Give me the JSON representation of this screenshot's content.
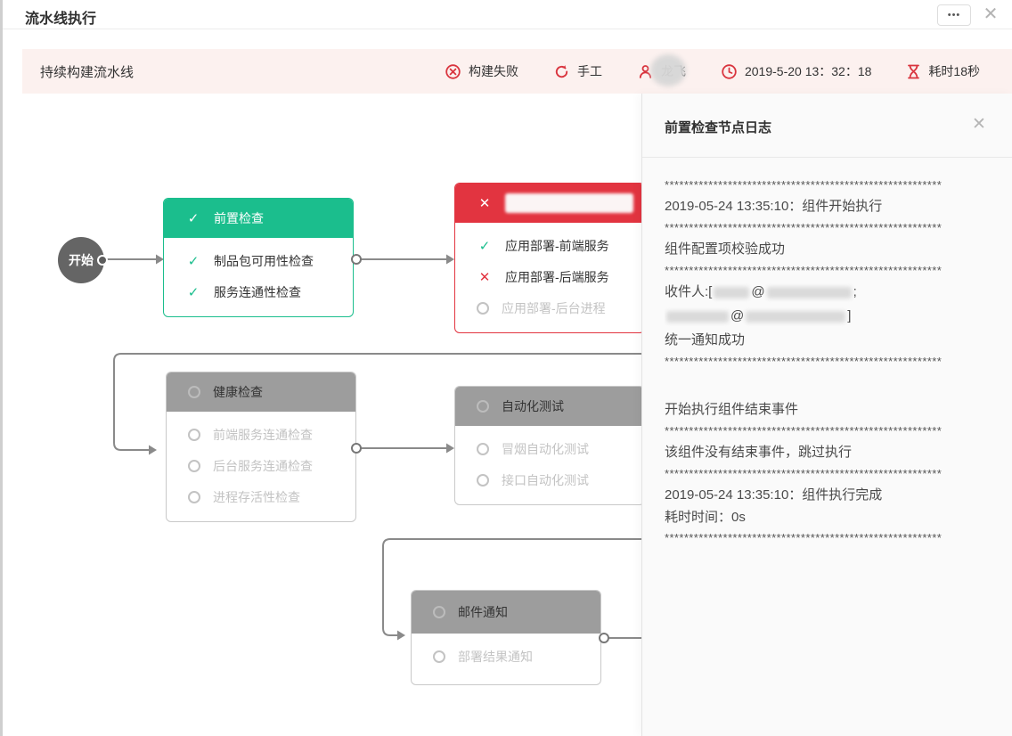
{
  "window": {
    "title": "流水线执行",
    "more_label": "•••",
    "close_label": "✕"
  },
  "build_bar": {
    "pipeline_name": "持续构建流水线",
    "status_label": "构建失败",
    "trigger_label": "手工",
    "user_name": "龙飞",
    "time": "2019-5-20 13：32：18",
    "duration_label": "耗时18秒",
    "accent_color": "#d9343e",
    "background_color": "#fcf1ef"
  },
  "flow": {
    "start_label": "开始",
    "nodes": [
      {
        "title": "前置检查",
        "status": "success",
        "items": [
          {
            "label": "制品包可用性检查",
            "status": "success"
          },
          {
            "label": "服务连通性检查",
            "status": "success"
          }
        ]
      },
      {
        "title": "",
        "status": "failed",
        "items": [
          {
            "label": "应用部署-前端服务",
            "status": "success"
          },
          {
            "label": "应用部署-后端服务",
            "status": "failed"
          },
          {
            "label": "应用部署-后台进程",
            "status": "pending"
          }
        ]
      },
      {
        "title": "健康检查",
        "status": "pending",
        "items": [
          {
            "label": "前端服务连通检查",
            "status": "pending"
          },
          {
            "label": "后台服务连通检查",
            "status": "pending"
          },
          {
            "label": "进程存活性检查",
            "status": "pending"
          }
        ]
      },
      {
        "title": "自动化测试",
        "status": "pending",
        "items": [
          {
            "label": "冒烟自动化测试",
            "status": "pending"
          },
          {
            "label": "接口自动化测试",
            "status": "pending"
          }
        ]
      },
      {
        "title": "邮件通知",
        "status": "pending",
        "items": [
          {
            "label": "部署结果通知",
            "status": "pending"
          }
        ]
      }
    ],
    "status_colors": {
      "success": "#1bbe8d",
      "failed": "#e23440",
      "pending": "#9d9d9d"
    }
  },
  "log": {
    "title": "前置检查节点日志",
    "close_label": "✕",
    "stars": "*********************************************************",
    "l_start": "2019-05-24 13:35:10：组件开始执行",
    "l_config": "组件配置项校验成功",
    "recipients_prefix": "收件人:[",
    "at": "@",
    "semi": ";",
    "bracket": "]",
    "l_notify": "统一通知成功",
    "l_end_event": "开始执行组件结束事件",
    "l_no_end_event": "该组件没有结束事件，跳过执行",
    "l_complete": "2019-05-24 13:35:10：组件执行完成",
    "l_elapsed": "耗时时间：0s"
  }
}
